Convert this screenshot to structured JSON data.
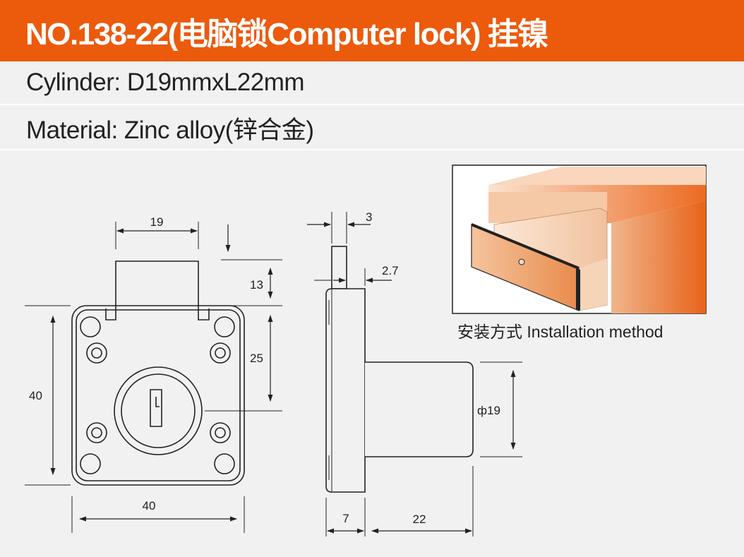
{
  "header": {
    "title": "NO.138-22(电脑锁Computer lock) 挂镍"
  },
  "specs": {
    "cylinder": "Cylinder: D19mmxL22mm",
    "material": "Material: Zinc alloy(锌合金)"
  },
  "front_view": {
    "dim_top_width": "19",
    "dim_top_height": "13",
    "dim_right_height": "25",
    "dim_left_height": "40",
    "dim_bottom_width": "40"
  },
  "side_view": {
    "dim_tongue": "3",
    "dim_plate": "2.7",
    "dim_diameter": "ф19",
    "dim_plate_depth": "7",
    "dim_cylinder_length": "22"
  },
  "installation": {
    "caption": "安装方式  Installation method"
  },
  "colors": {
    "header": "#ec5a0c",
    "background": "#f1f1f1",
    "line": "#222222"
  }
}
